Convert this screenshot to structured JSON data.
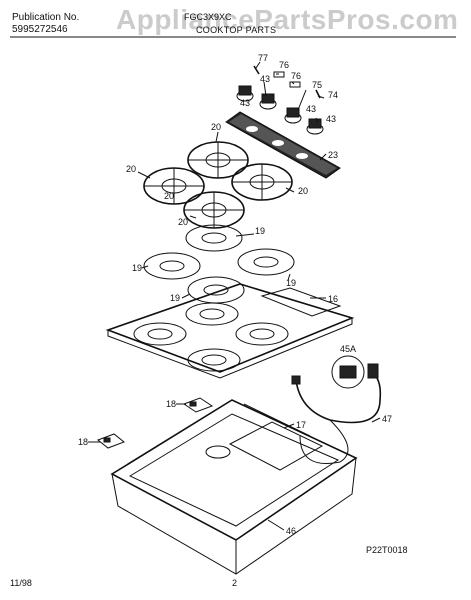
{
  "header": {
    "publication_label": "Publication No.",
    "publication_number": "5995272546",
    "model": "FGC3X9XC",
    "section_title": "COOKTOP PARTS",
    "watermark": "AppliancePartsPros.com"
  },
  "footer": {
    "date": "11/98",
    "page": "2",
    "drawing_code": "P22T0018"
  },
  "callouts": {
    "c77": "77",
    "c76a": "76",
    "c76b": "76",
    "c75": "75",
    "c74": "74",
    "c43a": "43",
    "c43b": "43",
    "c43c": "43",
    "c43d": "43",
    "c23": "23",
    "c20a": "20",
    "c20b": "20",
    "c20c": "20",
    "c20d": "20",
    "c20e": "20",
    "c19a": "19",
    "c19b": "19",
    "c19c": "19",
    "c19d": "19",
    "c16": "16",
    "c45a": "45A",
    "c47": "47",
    "c18a": "18",
    "c18b": "18",
    "c17": "17",
    "c46": "46"
  }
}
